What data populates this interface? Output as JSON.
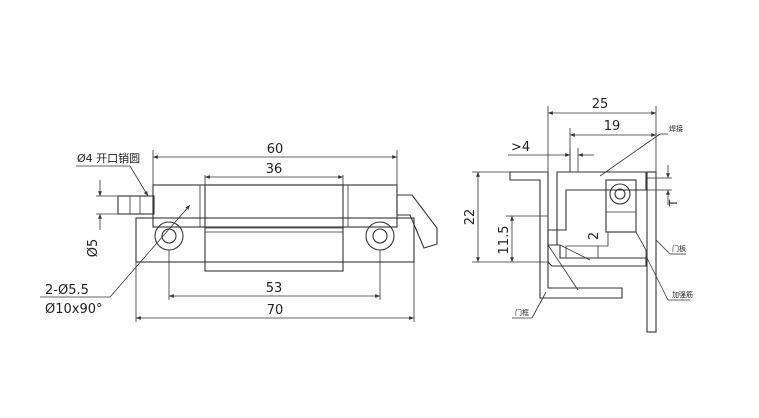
{
  "front_view": {
    "dim_overall_length": "60",
    "dim_barrel_length": "36",
    "dim_hole_spacing": "53",
    "dim_plate_width": "70",
    "dim_pin_diameter": "Ø5",
    "note_cotter_pin": "Ø4 开口销圆",
    "note_holes": "2-Ø5.5",
    "note_countersink": "Ø10x90°"
  },
  "side_view": {
    "dim_width": "25",
    "dim_inner_width": "19",
    "dim_offset": ">4",
    "dim_height": "22",
    "dim_half_height": "11.5",
    "dim_gap": "2",
    "dim_t": "T",
    "label_weld": "焊接",
    "label_door_panel": "门板",
    "label_door_frame": "门框",
    "label_reinforcement": "加强筋"
  },
  "colors": {
    "line": "#333333",
    "body_fill": "#d9d9d9"
  }
}
